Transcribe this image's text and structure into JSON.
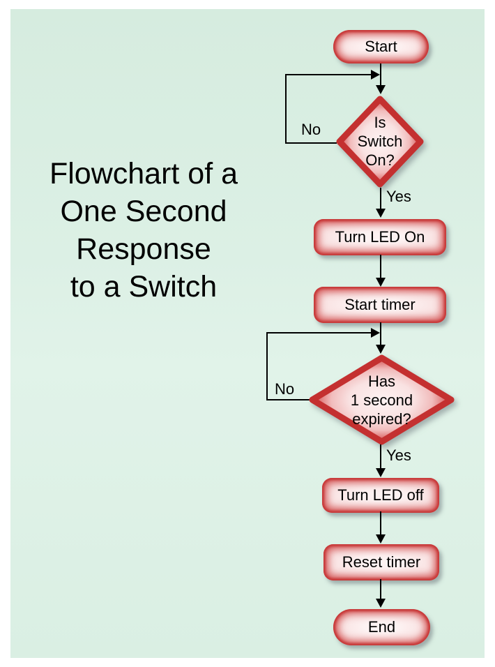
{
  "title": {
    "line1": "Flowchart of a",
    "line2": "One Second",
    "line3": "Response",
    "line4": "to a Switch"
  },
  "nodes": {
    "start": {
      "label": "Start"
    },
    "decision_switch": {
      "line1": "Is",
      "line2": "Switch",
      "line3": "On?"
    },
    "turn_led_on": {
      "label": "Turn LED On"
    },
    "start_timer": {
      "label": "Start timer"
    },
    "decision_timer": {
      "line1": "Has",
      "line2": "1 second",
      "line3": "expired?"
    },
    "turn_led_off": {
      "label": "Turn LED off"
    },
    "reset_timer": {
      "label": "Reset timer"
    },
    "end": {
      "label": "End"
    }
  },
  "edge_labels": {
    "switch_yes": "Yes",
    "switch_no": "No",
    "timer_yes": "Yes",
    "timer_no": "No"
  },
  "colors": {
    "page_background": "#ffffff",
    "diagram_background": "#d8eee2",
    "shape_border": "#c53232",
    "shape_fill": "#fdf1f1",
    "text": "#000000",
    "connector": "#000000"
  }
}
